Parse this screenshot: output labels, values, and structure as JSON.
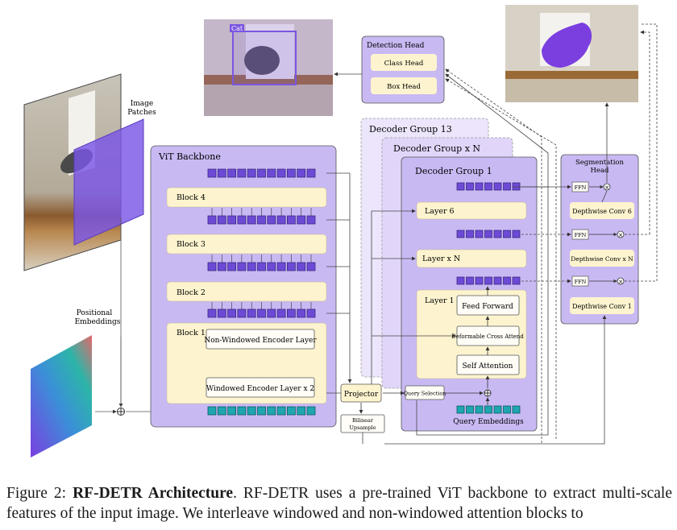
{
  "images": {
    "top_detection_label": "Cat"
  },
  "labels": {
    "image_patches": [
      "Image",
      "Patches"
    ],
    "positional_embeddings": [
      "Positional",
      "Embeddings"
    ],
    "bilinear_upsample": [
      "Bilinear",
      "Upsample"
    ],
    "projector": "Projector",
    "query_selection": "Query Selection",
    "query_embeddings": "Query Embeddings"
  },
  "backbone": {
    "title": "ViT Backbone",
    "blocks": [
      "Block 4",
      "Block 3",
      "Block 2",
      "Block 1"
    ],
    "non_windowed": "Non-Windowed Encoder Layer",
    "windowed": "Windowed Encoder Layer x 2"
  },
  "decoder": {
    "group_back": "Decoder Group 13",
    "group_mid": "Decoder Group x N",
    "group_front": "Decoder Group 1",
    "layer6": "Layer 6",
    "layerN": "Layer x N",
    "layer1": "Layer 1",
    "feed_forward": "Feed Forward",
    "cross_attend": "Deformable Cross Attend",
    "self_attention": "Self Attention"
  },
  "detection_head": {
    "title": "Detection Head",
    "class_head": "Class Head",
    "box_head": "Box Head"
  },
  "segmentation_head": {
    "title": [
      "Segmentation",
      "Head"
    ],
    "ffn": "FFN",
    "conv6": "Depthwise Conv 6",
    "convN": "Depthwise Conv x N",
    "conv1": "Depthwise Conv 1"
  },
  "caption": {
    "prefix": "Figure 2: ",
    "title": "RF-DETR Architecture",
    "body": ". RF-DETR uses a pre-trained ViT backbone to extract multi-scale features of the input image. We interleave windowed and non-windowed attention blocks to"
  },
  "colors": {
    "purple_panel": "#c9b9f3",
    "purple_dark": "#6d4ad6",
    "cream": "#fdf4cf",
    "teal": "#1fa6b0"
  }
}
